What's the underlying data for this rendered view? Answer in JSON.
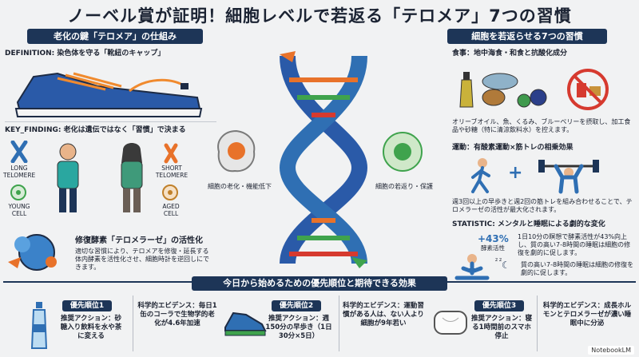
{
  "title": "ノーベル賞が証明！細胞レベルで若返る「テロメア」7つの習慣",
  "left": {
    "header": "老化の鍵「テロメア」の仕組み",
    "definition": "DEFINITION: 染色体を守る「靴紐のキャップ」",
    "key_finding": "KEY_FINDING: 老化は遺伝ではなく「習慣」で決まる",
    "long_telomere": "LONG TELOMERE",
    "short_telomere": "SHORT TELOMERE",
    "young_cell": "YOUNG CELL",
    "aged_cell": "AGED CELL",
    "enzyme_title": "修復酵素「テロメラーゼ」の活性化",
    "enzyme_text": "適切な習慣により、テロメアを修復・延長する体内酵素を活性化させ、細胞時計を逆回しにできます。"
  },
  "center": {
    "aging_label": "細胞の老化・機能低下",
    "rejuv_label": "細胞の若返り・保護"
  },
  "right": {
    "header": "細胞を若返らせる7つの習慣",
    "diet_title": "食事：地中海食・和食と抗酸化成分",
    "diet_text": "オリーブオイル、魚、くるみ、ブルーベリーを摂取し、加工食品や砂糖（特に清涼飲料水）を控えます。",
    "exercise_title": "運動：有酸素運動×筋トレの相乗効果",
    "exercise_text": "週3回以上の早歩きと週2回の筋トレを組み合わせることで、テロメラーゼの活性が最大化されます。",
    "statistic_title": "STATISTIC: メンタルと睡眠による劇的な変化",
    "stat_value": "+43%",
    "stat_label": "酵素活性",
    "stat_text": "1日10分の瞑想で酵素活性が43%向上し、質の高い7-8時間の睡眠は細胞の修復を劇的に促します。",
    "sleep_text": "質の高い7-8時間の睡眠は細胞の修復を劇的に促します。",
    "zzz": "z z"
  },
  "bottom": {
    "header": "今日から始めるための優先順位と期待できる効果",
    "p1": {
      "label": "優先順位1",
      "action": "推奨アクション：砂糖入り飲料を水や茶に変える",
      "evidence": "科学的エビデンス：毎日1缶のコーラで生物学的老化が4.6年加速"
    },
    "p2": {
      "label": "優先順位2",
      "action": "推奨アクション：週150分の早歩き（1日30分×5日）",
      "evidence": "科学的エビデンス：運動習慣がある人は、ない人より細胞が9年若い"
    },
    "p3": {
      "label": "優先順位3",
      "action": "推奨アクション：寝る1時間前のスマホ停止",
      "evidence": "科学的エビデンス：成長ホルモンとテロメラーゼが濃い睡眠中に分泌"
    }
  },
  "logo": "NotebookLM",
  "colors": {
    "navy": "#1d3557",
    "blue": "#2f6fb3",
    "orange": "#e8722a",
    "green": "#3fa34d",
    "red": "#d63a2f"
  }
}
